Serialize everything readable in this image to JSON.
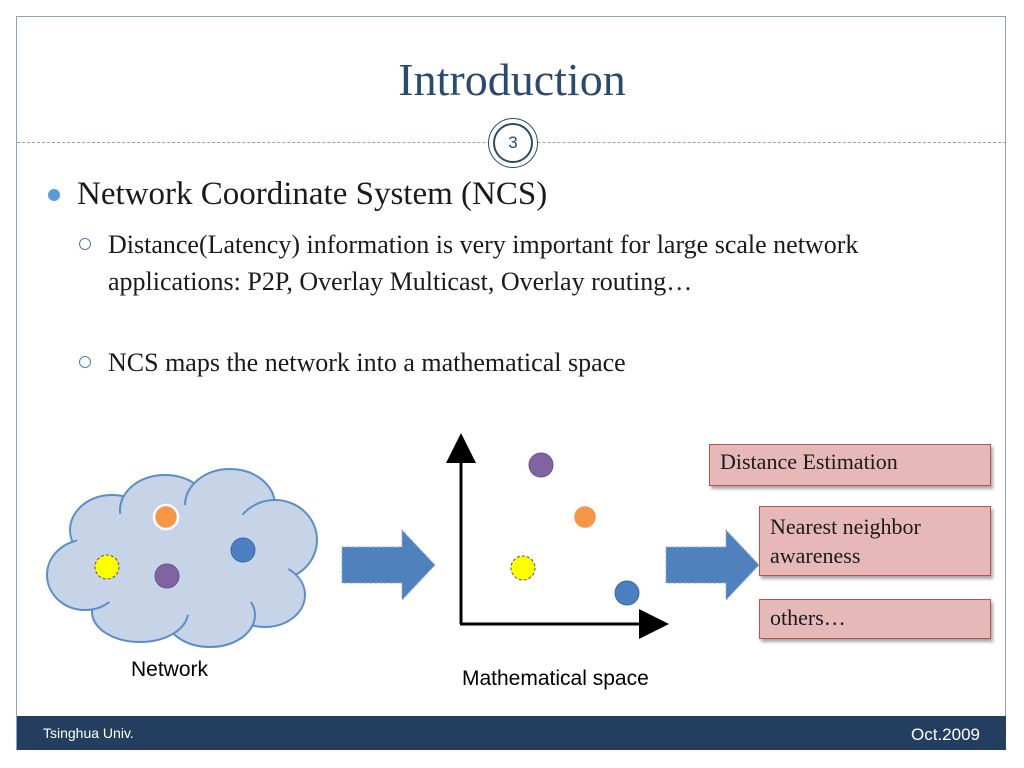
{
  "slide": {
    "title": "Introduction",
    "page_number": "3",
    "bullet": "Network Coordinate System (NCS)",
    "sub_bullets": [
      "Distance(Latency) information is very important for large scale network applications: P2P, Overlay Multicast,  Overlay routing…",
      "NCS maps the network into a mathematical space"
    ]
  },
  "diagram": {
    "network_label": "Network",
    "space_label": "Mathematical space",
    "boxes": [
      "Distance Estimation",
      "Nearest neighbor awareness",
      "others…"
    ],
    "colors": {
      "cloud_fill": "#c7d3e6",
      "cloud_stroke": "#5b8ec9",
      "arrow_fill": "#4f81bd",
      "box_fill": "#e6b9b8",
      "box_stroke": "#c0504d",
      "node_orange": "#f79646",
      "node_yellow": "#ffff00",
      "node_purple": "#8064a2",
      "node_blue": "#4a7fc1"
    }
  },
  "footer": {
    "left": "Tsinghua Univ.",
    "right": "Oct.2009"
  }
}
